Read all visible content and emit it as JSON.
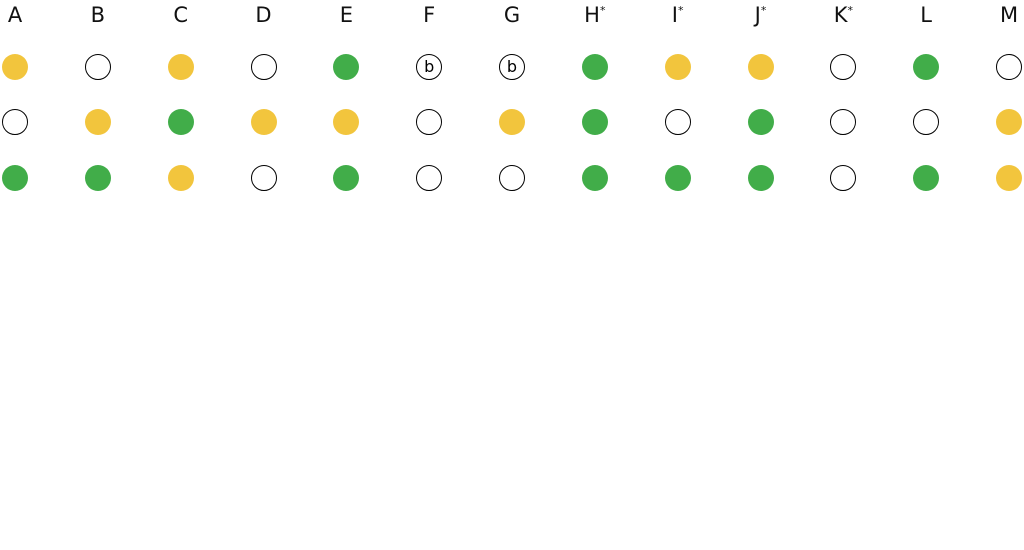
{
  "colors": {
    "green": "#41ad49",
    "yellow": "#f2c53d",
    "empty": "#ffffff",
    "outline": "#000000"
  },
  "columns": [
    {
      "label": "A",
      "mark": "",
      "cells": [
        "yellow",
        "empty",
        "green"
      ]
    },
    {
      "label": "B",
      "mark": "",
      "cells": [
        "empty",
        "yellow",
        "green"
      ]
    },
    {
      "label": "C",
      "mark": "",
      "cells": [
        "yellow",
        "green",
        "yellow"
      ]
    },
    {
      "label": "D",
      "mark": "",
      "cells": [
        "empty",
        "yellow",
        "empty"
      ]
    },
    {
      "label": "E",
      "mark": "",
      "cells": [
        "green",
        "yellow",
        "green"
      ]
    },
    {
      "label": "F",
      "mark": "",
      "cells": [
        "b",
        "empty",
        "empty"
      ]
    },
    {
      "label": "G",
      "mark": "",
      "cells": [
        "b",
        "yellow",
        "empty"
      ]
    },
    {
      "label": "H",
      "mark": "*",
      "cells": [
        "green",
        "green",
        "green"
      ]
    },
    {
      "label": "I",
      "mark": "*",
      "cells": [
        "yellow",
        "empty",
        "green"
      ]
    },
    {
      "label": "J",
      "mark": "*",
      "cells": [
        "yellow",
        "green",
        "green"
      ]
    },
    {
      "label": "K",
      "mark": "*",
      "cells": [
        "empty",
        "empty",
        "empty"
      ]
    },
    {
      "label": "L",
      "mark": "",
      "cells": [
        "green",
        "empty",
        "green"
      ]
    },
    {
      "label": "M",
      "mark": "",
      "cells": [
        "empty",
        "yellow",
        "yellow"
      ]
    }
  ]
}
